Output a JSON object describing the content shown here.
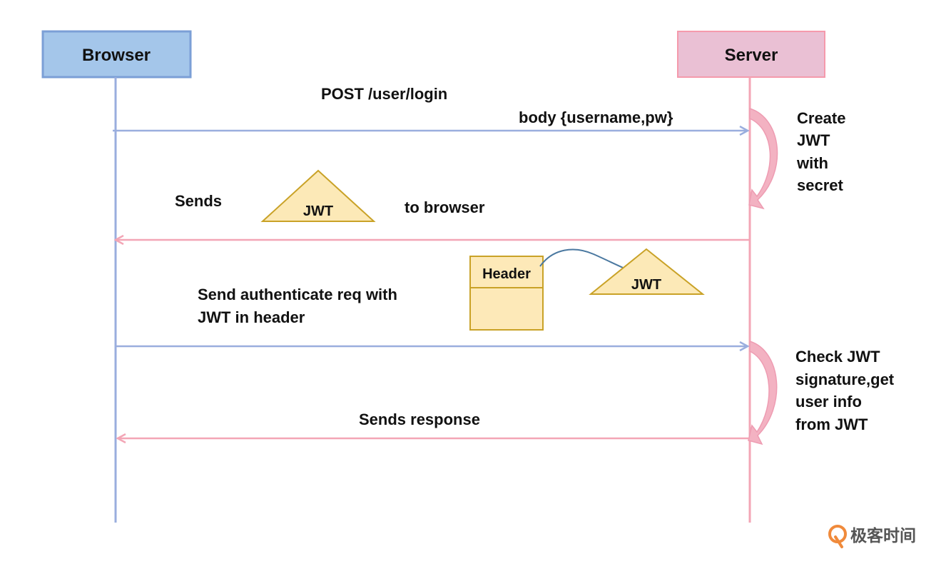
{
  "actors": {
    "browser": {
      "label": "Browser",
      "fill": "#a4c6ea",
      "stroke": "#7b9fd6"
    },
    "server": {
      "label": "Server",
      "fill": "#eac0d4",
      "stroke": "#f59aac"
    }
  },
  "colors": {
    "browser_line": "#9aaede",
    "server_line": "#f3a6b6",
    "self_arrow": "#f3b2c2",
    "jwt_fill": "#fce9b7",
    "jwt_stroke": "#c9a227",
    "header_fill": "#fde9b8",
    "header_stroke": "#c9a227",
    "connector": "#4a78a0"
  },
  "messages": {
    "login_request_line1": "POST /user/login",
    "login_request_line2": "body {username,pw}",
    "sends_prefix": "Sends",
    "sends_suffix": "to browser",
    "auth_request_line1": "Send authenticate req with",
    "auth_request_line2": "JWT in header",
    "response": "Sends response"
  },
  "tokens": {
    "jwt_label": "JWT",
    "header_label": "Header"
  },
  "notes": {
    "create_jwt": [
      "Create",
      "JWT",
      "with",
      "secret"
    ],
    "check_jwt": [
      "Check JWT",
      "signature,get",
      "user info",
      "from JWT"
    ]
  },
  "watermark": {
    "text": "极客时间",
    "logo_icon": "geektime-logo-icon",
    "logo_color": "#f08a3b"
  }
}
